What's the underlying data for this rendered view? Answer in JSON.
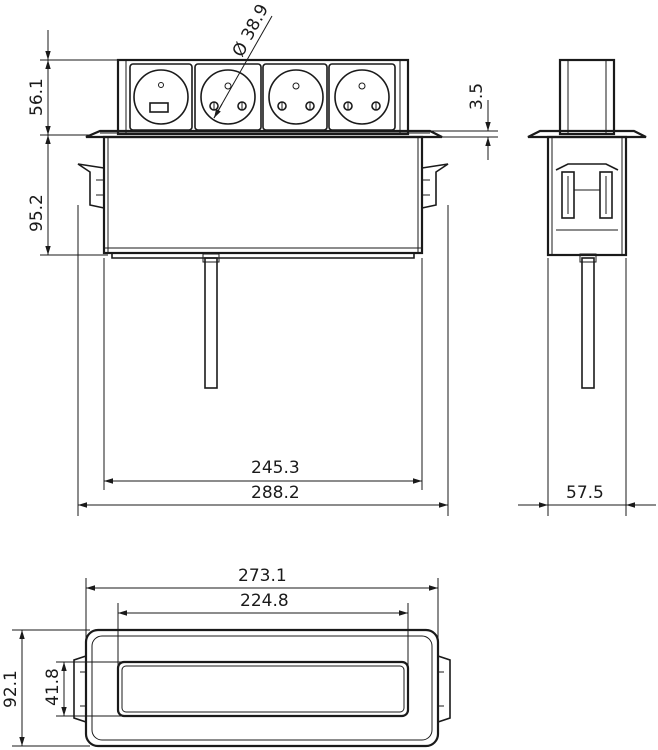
{
  "dimensions": {
    "front_top_height": "56.1",
    "front_body_height": "95.2",
    "socket_diameter": "Ø 38.9",
    "lid_thickness": "3.5",
    "inner_width": "245.3",
    "outer_width": "288.2",
    "side_width": "57.5",
    "bottom_outer_width": "273.1",
    "bottom_inner_width": "224.8",
    "bottom_outer_height": "92.1",
    "bottom_inner_height": "41.8"
  }
}
